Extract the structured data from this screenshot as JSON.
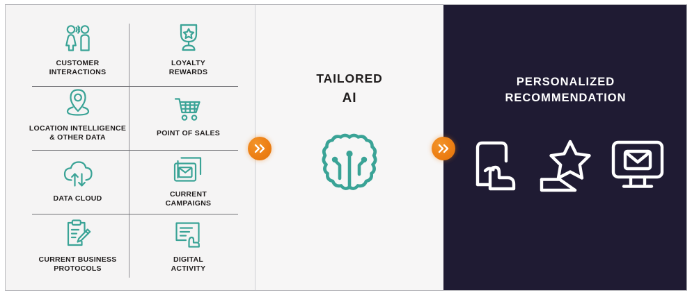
{
  "diagram": {
    "title": "Tailored AI Personalized Recommendation flow",
    "colors": {
      "teal_icon": "#3aa396",
      "dark_panel": "#1f1b33",
      "light_panel": "#f5f4f4",
      "accent_orange": "#ed7f14",
      "text_dark": "#201d1d",
      "text_light": "#ffffff",
      "rule": "#6f6f74"
    }
  },
  "inputs_panel": {
    "name": "data-inputs-grid",
    "items": [
      {
        "id": "customer-interactions",
        "icon": "two-people-interaction-icon",
        "label": "CUSTOMER\nINTERACTIONS"
      },
      {
        "id": "loyalty-rewards",
        "icon": "trophy-star-icon",
        "label": "LOYALTY\nREWARDS"
      },
      {
        "id": "location-intelligence",
        "icon": "map-pin-icon",
        "label": "LOCATION INTELLIGENCE\n& OTHER DATA"
      },
      {
        "id": "point-of-sales",
        "icon": "shopping-cart-icon",
        "label": "POINT OF SALES"
      },
      {
        "id": "data-cloud",
        "icon": "cloud-sync-arrows-icon",
        "label": "DATA CLOUD"
      },
      {
        "id": "current-campaigns",
        "icon": "stacked-envelope-icon",
        "label": "CURRENT\nCAMPAIGNS"
      },
      {
        "id": "current-business-protocols",
        "icon": "clipboard-pencil-icon",
        "label": "CURRENT BUSINESS\nPROTOCOLS"
      },
      {
        "id": "digital-activity",
        "icon": "screen-hand-click-icon",
        "label": "DIGITAL\nACTIVITY"
      }
    ]
  },
  "process_panel": {
    "name": "tailored-ai-panel",
    "title_line1": "TAILORED",
    "title_line2": "AI",
    "icon": "ai-brain-circuit-icon"
  },
  "output_panel": {
    "name": "personalized-recommendation-panel",
    "title": "PERSONALIZED\nRECOMMENDATION",
    "icons": [
      {
        "id": "mobile-touch",
        "icon": "mobile-hand-tap-icon"
      },
      {
        "id": "star-rating",
        "icon": "star-podium-icon"
      },
      {
        "id": "email-on-monitor",
        "icon": "monitor-envelope-icon"
      }
    ]
  },
  "connectors": [
    {
      "id": "connector-1",
      "icon": "double-chevron-right-icon"
    },
    {
      "id": "connector-2",
      "icon": "double-chevron-right-icon"
    }
  ]
}
